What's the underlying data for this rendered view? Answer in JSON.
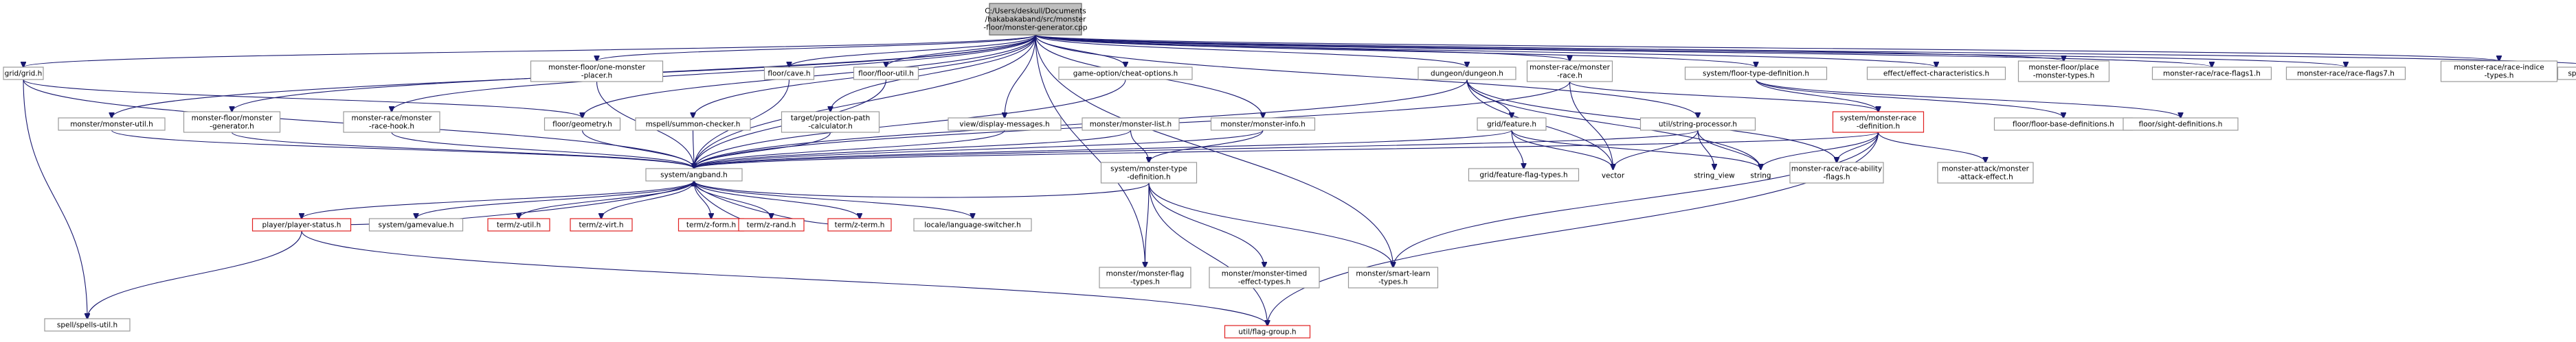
{
  "colors": {
    "edge": "#191970",
    "node_border": "#999999",
    "root_fill": "#bfbfbf",
    "external_border": "#e02020"
  },
  "nodes": [
    {
      "id": "root",
      "lines": [
        "C:/Users/deskull/Documents",
        "/hakabakaband/src/monster",
        "-floor/monster-generator.cpp"
      ],
      "style": "root"
    },
    {
      "id": "grid",
      "lines": [
        "grid/grid.h"
      ]
    },
    {
      "id": "placer",
      "lines": [
        "monster-floor/one-monster",
        "-placer.h"
      ]
    },
    {
      "id": "cave",
      "lines": [
        "floor/cave.h"
      ]
    },
    {
      "id": "futil",
      "lines": [
        "floor/floor-util.h"
      ]
    },
    {
      "id": "cheat",
      "lines": [
        "game-option/cheat-options.h"
      ]
    },
    {
      "id": "dungeon",
      "lines": [
        "dungeon/dungeon.h"
      ]
    },
    {
      "id": "mrace",
      "lines": [
        "monster-race/monster",
        "-race.h"
      ]
    },
    {
      "id": "ftype",
      "lines": [
        "system/floor-type-definition.h"
      ]
    },
    {
      "id": "effchar",
      "lines": [
        "effect/effect-characteristics.h"
      ]
    },
    {
      "id": "placetypes",
      "lines": [
        "monster-floor/place",
        "-monster-types.h"
      ]
    },
    {
      "id": "flags1",
      "lines": [
        "monster-race/race-flags1.h"
      ]
    },
    {
      "id": "flags7",
      "lines": [
        "monster-race/race-flags7.h"
      ]
    },
    {
      "id": "indice",
      "lines": [
        "monster-race/race-indice",
        "-types.h"
      ]
    },
    {
      "id": "summon",
      "lines": [
        "spell/summon-types.h"
      ]
    },
    {
      "id": "mutil",
      "lines": [
        "monster/monster-util.h"
      ]
    },
    {
      "id": "mgen",
      "lines": [
        "monster-floor/monster",
        "-generator.h"
      ]
    },
    {
      "id": "hook",
      "lines": [
        "monster-race/monster",
        "-race-hook.h"
      ]
    },
    {
      "id": "geom",
      "lines": [
        "floor/geometry.h"
      ]
    },
    {
      "id": "mspell",
      "lines": [
        "mspell/summon-checker.h"
      ]
    },
    {
      "id": "proj",
      "lines": [
        "target/projection-path",
        "-calculator.h"
      ]
    },
    {
      "id": "disp",
      "lines": [
        "view/display-messages.h"
      ]
    },
    {
      "id": "mlist",
      "lines": [
        "monster/monster-list.h"
      ]
    },
    {
      "id": "minfo",
      "lines": [
        "monster/monster-info.h"
      ]
    },
    {
      "id": "gfeat",
      "lines": [
        "grid/feature.h"
      ]
    },
    {
      "id": "strproc",
      "lines": [
        "util/string-processor.h"
      ]
    },
    {
      "id": "racedef",
      "lines": [
        "system/monster-race",
        "-definition.h"
      ],
      "style": "ext"
    },
    {
      "id": "fbase",
      "lines": [
        "floor/floor-base-definitions.h"
      ]
    },
    {
      "id": "sight",
      "lines": [
        "floor/sight-definitions.h"
      ]
    },
    {
      "id": "angband",
      "lines": [
        "system/angband.h"
      ]
    },
    {
      "id": "mtypedef",
      "lines": [
        "system/monster-type",
        "-definition.h"
      ]
    },
    {
      "id": "featflag",
      "lines": [
        "grid/feature-flag-types.h"
      ]
    },
    {
      "id": "vector",
      "lines": [
        "vector"
      ],
      "style": "none"
    },
    {
      "id": "string_view",
      "lines": [
        "string_view"
      ],
      "style": "none"
    },
    {
      "id": "string",
      "lines": [
        "string"
      ],
      "style": "none"
    },
    {
      "id": "abil",
      "lines": [
        "monster-race/race-ability",
        "-flags.h"
      ]
    },
    {
      "id": "attack",
      "lines": [
        "monster-attack/monster",
        "-attack-effect.h"
      ]
    },
    {
      "id": "pstatus",
      "lines": [
        "player/player-status.h"
      ],
      "style": "ext"
    },
    {
      "id": "gamevalue",
      "lines": [
        "system/gamevalue.h"
      ]
    },
    {
      "id": "zutil",
      "lines": [
        "term/z-util.h"
      ],
      "style": "ext"
    },
    {
      "id": "zvirt",
      "lines": [
        "term/z-virt.h"
      ],
      "style": "ext"
    },
    {
      "id": "zform",
      "lines": [
        "term/z-form.h"
      ],
      "style": "ext"
    },
    {
      "id": "zrand",
      "lines": [
        "term/z-rand.h"
      ],
      "style": "ext"
    },
    {
      "id": "zterm",
      "lines": [
        "term/z-term.h"
      ],
      "style": "ext"
    },
    {
      "id": "lang",
      "lines": [
        "locale/language-switcher.h"
      ]
    },
    {
      "id": "mflag",
      "lines": [
        "monster/monster-flag",
        "-types.h"
      ]
    },
    {
      "id": "mtimed",
      "lines": [
        "monster/monster-timed",
        "-effect-types.h"
      ]
    },
    {
      "id": "smart",
      "lines": [
        "monster/smart-learn",
        "-types.h"
      ]
    },
    {
      "id": "sputil",
      "lines": [
        "spell/spells-util.h"
      ]
    },
    {
      "id": "flaggroup",
      "lines": [
        "util/flag-group.h"
      ],
      "style": "ext"
    }
  ],
  "edges": [
    [
      "root",
      "grid"
    ],
    [
      "root",
      "placer"
    ],
    [
      "root",
      "cave"
    ],
    [
      "root",
      "futil"
    ],
    [
      "root",
      "cheat"
    ],
    [
      "root",
      "dungeon"
    ],
    [
      "root",
      "mrace"
    ],
    [
      "root",
      "ftype"
    ],
    [
      "root",
      "effchar"
    ],
    [
      "root",
      "placetypes"
    ],
    [
      "root",
      "flags1"
    ],
    [
      "root",
      "flags7"
    ],
    [
      "root",
      "indice"
    ],
    [
      "root",
      "summon"
    ],
    [
      "root",
      "mutil"
    ],
    [
      "root",
      "mgen"
    ],
    [
      "root",
      "hook"
    ],
    [
      "root",
      "geom"
    ],
    [
      "root",
      "mspell"
    ],
    [
      "root",
      "proj"
    ],
    [
      "root",
      "disp"
    ],
    [
      "root",
      "minfo"
    ],
    [
      "root",
      "strproc"
    ],
    [
      "root",
      "angband"
    ],
    [
      "root",
      "mflag"
    ],
    [
      "root",
      "smart"
    ],
    [
      "grid",
      "angband"
    ],
    [
      "grid",
      "geom"
    ],
    [
      "grid",
      "sputil"
    ],
    [
      "placer",
      "angband"
    ],
    [
      "cave",
      "angband"
    ],
    [
      "futil",
      "angband"
    ],
    [
      "cheat",
      "angband"
    ],
    [
      "mutil",
      "angband"
    ],
    [
      "mgen",
      "angband"
    ],
    [
      "hook",
      "angband"
    ],
    [
      "geom",
      "angband"
    ],
    [
      "mspell",
      "angband"
    ],
    [
      "proj",
      "angband"
    ],
    [
      "disp",
      "angband"
    ],
    [
      "mlist",
      "angband"
    ],
    [
      "mlist",
      "mtypedef"
    ],
    [
      "minfo",
      "angband"
    ],
    [
      "minfo",
      "mtypedef"
    ],
    [
      "dungeon",
      "angband"
    ],
    [
      "dungeon",
      "gfeat"
    ],
    [
      "dungeon",
      "vector"
    ],
    [
      "dungeon",
      "string"
    ],
    [
      "dungeon",
      "abil"
    ],
    [
      "mrace",
      "angband"
    ],
    [
      "mrace",
      "racedef"
    ],
    [
      "mrace",
      "vector"
    ],
    [
      "ftype",
      "fbase"
    ],
    [
      "ftype",
      "sight"
    ],
    [
      "ftype",
      "racedef"
    ],
    [
      "gfeat",
      "angband"
    ],
    [
      "gfeat",
      "featflag"
    ],
    [
      "gfeat",
      "vector"
    ],
    [
      "gfeat",
      "string"
    ],
    [
      "strproc",
      "angband"
    ],
    [
      "strproc",
      "vector"
    ],
    [
      "strproc",
      "string_view"
    ],
    [
      "strproc",
      "string"
    ],
    [
      "racedef",
      "angband"
    ],
    [
      "racedef",
      "string"
    ],
    [
      "racedef",
      "abil"
    ],
    [
      "racedef",
      "attack"
    ],
    [
      "racedef",
      "smart"
    ],
    [
      "racedef",
      "flaggroup"
    ],
    [
      "mtypedef",
      "angband"
    ],
    [
      "mtypedef",
      "mflag"
    ],
    [
      "mtypedef",
      "mtimed"
    ],
    [
      "mtypedef",
      "smart"
    ],
    [
      "mtypedef",
      "flaggroup"
    ],
    [
      "angband",
      "pstatus"
    ],
    [
      "angband",
      "gamevalue"
    ],
    [
      "angband",
      "zutil"
    ],
    [
      "angband",
      "zvirt"
    ],
    [
      "angband",
      "zform"
    ],
    [
      "angband",
      "zrand"
    ],
    [
      "angband",
      "zterm"
    ],
    [
      "angband",
      "lang"
    ],
    [
      "pstatus",
      "angband"
    ],
    [
      "pstatus",
      "sputil"
    ],
    [
      "pstatus",
      "flaggroup"
    ],
    [
      "zterm",
      "angband"
    ],
    [
      "zrand",
      "angband"
    ]
  ]
}
